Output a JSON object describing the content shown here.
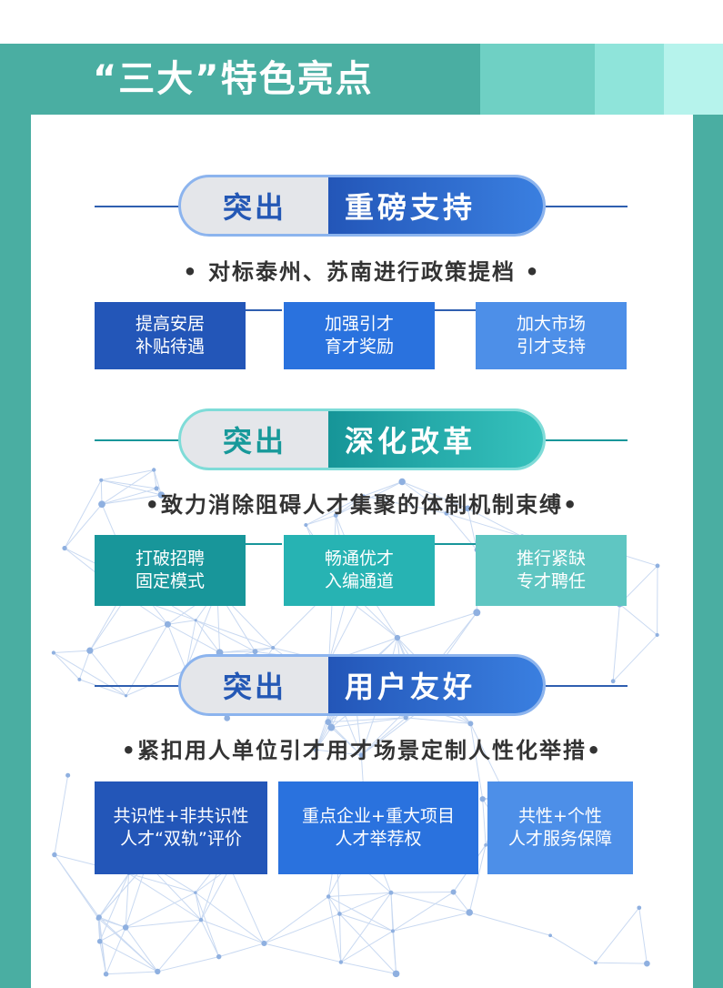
{
  "header": {
    "title": "“三大”特色亮点"
  },
  "colors": {
    "teal_frame": "#4aaea2",
    "blue_dark": "#2356b8",
    "blue_mid": "#2a72de",
    "blue_light": "#4d8fe8",
    "teal_dark": "#18969a",
    "teal_mid": "#27b3b3",
    "teal_light": "#5fc6c2"
  },
  "sections": [
    {
      "prefix": "突出",
      "highlight": "重磅支持",
      "subtitle": "• 对标泰州、苏南进行政策提档 •",
      "items": [
        "提高安居\n补贴待遇",
        "加强引才\n育才奖励",
        "加大市场\n引才支持"
      ]
    },
    {
      "prefix": "突出",
      "highlight": "深化改革",
      "subtitle": "•致力消除阻碍人才集聚的体制机制束缚•",
      "items": [
        "打破招聘\n固定模式",
        "畅通优才\n入编通道",
        "推行紧缺\n专才聘任"
      ]
    },
    {
      "prefix": "突出",
      "highlight": "用户友好",
      "subtitle": "•紧扣用人单位引才用才场景定制人性化举措•",
      "items": [
        "共识性+非共识性\n人才“双轨”评价",
        "重点企业+重大项目\n人才举荐权",
        "共性+个性\n人才服务保障"
      ]
    }
  ]
}
